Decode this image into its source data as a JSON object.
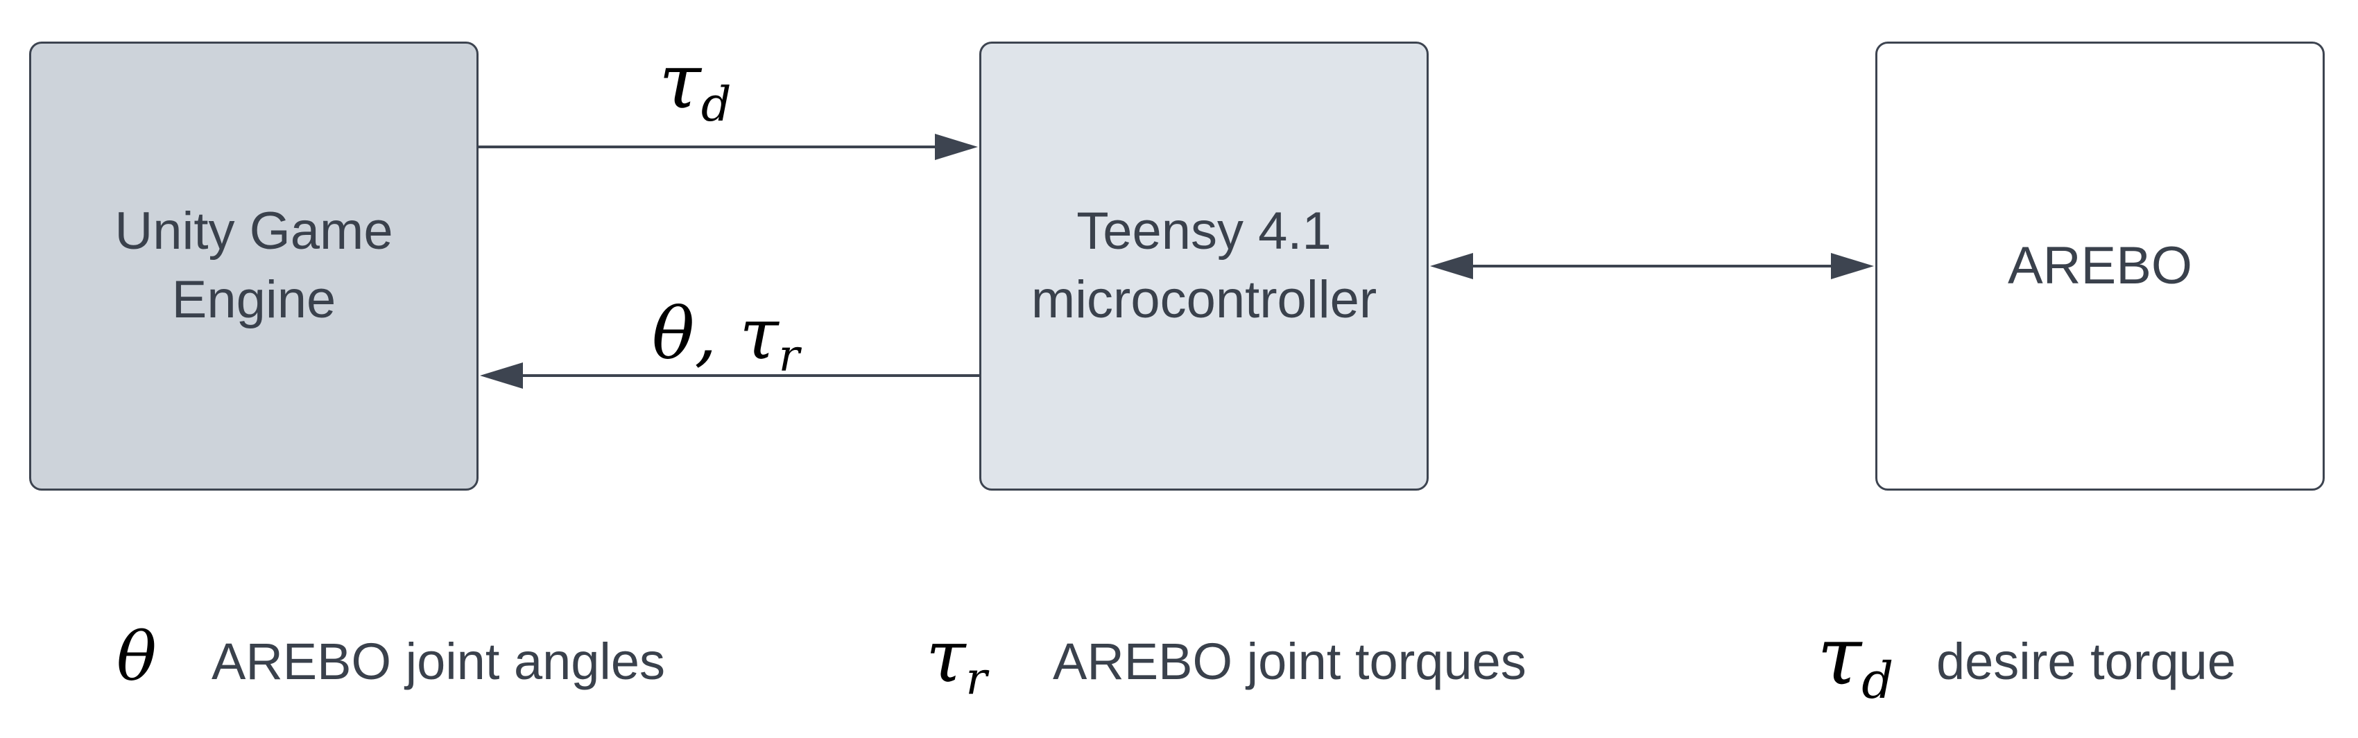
{
  "nodes": {
    "unity": {
      "label": "Unity Game\nEngine",
      "fill": "#cdd3da"
    },
    "teensy": {
      "label": "Teensy 4.1\nmicrocontroller",
      "fill": "#dfe4ea"
    },
    "arebo": {
      "label": "AREBO",
      "fill": "#ffffff"
    }
  },
  "edges": {
    "top": {
      "from": "unity",
      "to": "teensy",
      "symbol": "τ",
      "sub": "d"
    },
    "bottom": {
      "from": "teensy",
      "to": "unity",
      "symbol": "θ, τ",
      "sub": "r"
    },
    "link": {
      "from": "teensy",
      "to": "arebo",
      "bidirectional": true
    }
  },
  "legend": [
    {
      "symbol": "θ",
      "sub": "",
      "text": "AREBO joint angles"
    },
    {
      "symbol": "τ",
      "sub": "r",
      "text": "AREBO joint torques"
    },
    {
      "symbol": "τ",
      "sub": "d",
      "text": "desire torque"
    }
  ],
  "colors": {
    "stroke": "#3d4450",
    "text": "#3a414c",
    "symbol": "#000000"
  }
}
